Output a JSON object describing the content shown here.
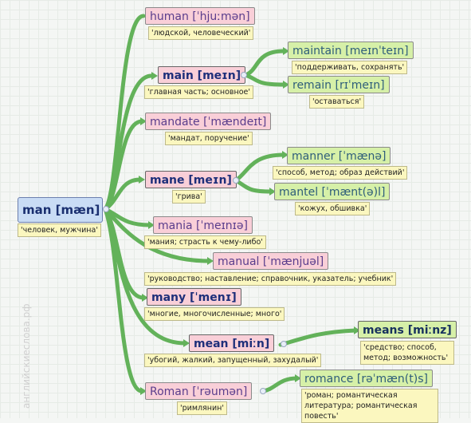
{
  "watermark": "английскиеслова.рф",
  "root": {
    "word": "man [mæn]",
    "translation": "'человек, мужчина'"
  },
  "nodes": {
    "human": {
      "word": "human [ˈhjuːmən]",
      "translation": "'людской, человеческий'"
    },
    "main": {
      "word": "main [meɪn]",
      "translation": "'главная часть; основное'"
    },
    "maintain": {
      "word": "maintain [meɪnˈteɪn]",
      "translation": "'поддерживать, сохранять'"
    },
    "remain": {
      "word": "remain [rɪˈmeɪn]",
      "translation": "'оставаться'"
    },
    "mandate": {
      "word": "mandate [ˈmændeɪt]",
      "translation": "'мандат, поручение'"
    },
    "mane": {
      "word": "mane [meɪn]",
      "translation": "'грива'"
    },
    "manner": {
      "word": "manner [ˈmænə]",
      "translation": "'способ, метод; образ действий'"
    },
    "mantel": {
      "word": "mantel [ˈmænt(ə)l]",
      "translation": "'кожух, обшивка'"
    },
    "mania": {
      "word": "mania [ˈmeɪnɪə]",
      "translation": "'мания; страсть к чему-либо'"
    },
    "manual": {
      "word": "manual [ˈmænjuəl]",
      "translation": "'руководство; наставление; справочник, указатель; учебник'"
    },
    "many": {
      "word": "many [ˈmenɪ]",
      "translation": "'многие, многочисленные; много'"
    },
    "mean": {
      "word": "mean [miːn]",
      "translation": "'убогий, жалкий, запущенный, захудалый'"
    },
    "means": {
      "word": "means [miːnz]",
      "translation": "'средство; способ, метод; возможность'"
    },
    "roman": {
      "word": "Roman [ˈrəumən]",
      "translation": "'римлянин'"
    },
    "romance": {
      "word": "romance [rəˈmæn(t)s]",
      "translation": "'роман; романтическая литература; романтическая повесть'"
    }
  },
  "colors": {
    "link": "#63b25a",
    "root_fill": "#c9dcf5",
    "derived_fill": "#f9cfd8",
    "second_level_fill": "#d6f0a8",
    "translation_fill": "#fbf7bf"
  }
}
